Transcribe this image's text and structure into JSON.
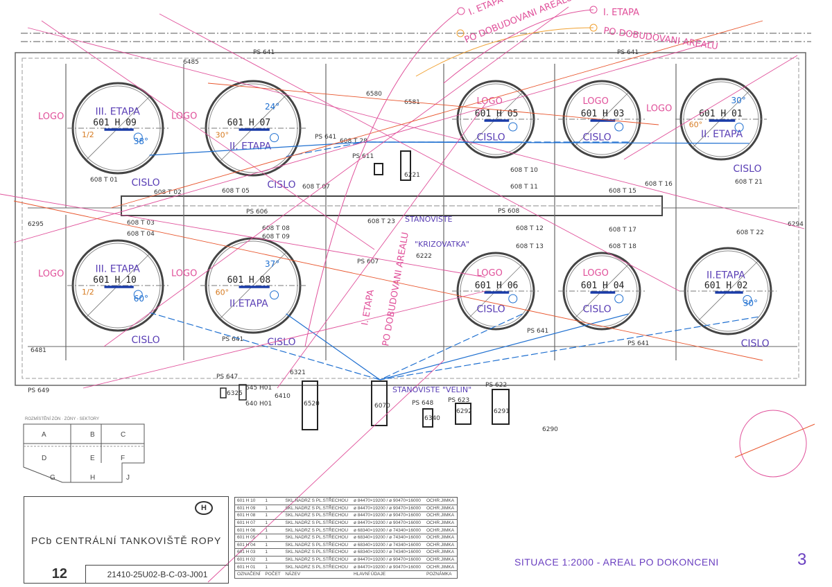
{
  "drawing": {
    "caption": "SITUACE 1:2000 - AREAL PO DOKONCENI",
    "sheet_number": "3",
    "zone_map_title": "ROZMÍSTĚNÍ ZÓN · ZÓNY - SEKTORY",
    "zones": [
      "A",
      "B",
      "C",
      "D",
      "E",
      "F",
      "G",
      "H",
      "J"
    ]
  },
  "phase_labels": [
    "I. ETAPA",
    "PO DOBUDOVANI AREALU",
    "I. ETAPA",
    "PO DOBUDOVANI AREALU",
    "I. ETAPA",
    "PO DOBUDOVANI AREALU"
  ],
  "stations": {
    "crossing": "STANOVISTE",
    "crossing_name": "\"KRIZOVATKA\"",
    "control": "STANOVISTE \"VELIN\""
  },
  "tanks": [
    {
      "id": "601 H 09",
      "etapa": "III. ETAPA",
      "logo": "LOGO",
      "cislo": "CISLO",
      "angle": "38°",
      "extra": "1/2"
    },
    {
      "id": "601 H 07",
      "etapa": "II. ETAPA",
      "logo": "LOGO",
      "cislo": "CISLO",
      "angle": "24°",
      "extra": "30°"
    },
    {
      "id": "601 H 05",
      "etapa": "",
      "logo": "LOGO",
      "cislo": "CISLO",
      "angle": "",
      "extra": ""
    },
    {
      "id": "601 H 03",
      "etapa": "",
      "logo": "LOGO",
      "cislo": "CISLO",
      "angle": "",
      "extra": ""
    },
    {
      "id": "601 H 01",
      "etapa": "II. ETAPA",
      "logo": "LOGO",
      "cislo": "CISLO",
      "angle": "30°",
      "extra": "60°"
    },
    {
      "id": "601 H 10",
      "etapa": "III. ETAPA",
      "logo": "LOGO",
      "cislo": "CISLO",
      "angle": "60°",
      "extra": "1/2"
    },
    {
      "id": "601 H 08",
      "etapa": "II.ETAPA",
      "logo": "LOGO",
      "cislo": "CISLO",
      "angle": "37°",
      "extra": "60°"
    },
    {
      "id": "601 H 06",
      "etapa": "",
      "logo": "LOGO",
      "cislo": "CISLO",
      "angle": "",
      "extra": ""
    },
    {
      "id": "601 H 04",
      "etapa": "",
      "logo": "LOGO",
      "cislo": "CISLO",
      "angle": "",
      "extra": ""
    },
    {
      "id": "601 H 02",
      "etapa": "II.ETAPA",
      "logo": "",
      "cislo": "CISLO",
      "angle": "30°",
      "extra": ""
    }
  ],
  "plan_labels": [
    "PS 641",
    "PS 641",
    "PS 641",
    "PS 641",
    "PS 641",
    "PS 641",
    "PS 606",
    "PS 608",
    "608 T 01",
    "608 T 02",
    "608 T 05",
    "608 T 07",
    "608 T 28",
    "PS 611",
    "608 T 10",
    "608 T 11",
    "608 T 15",
    "608 T 16",
    "608 T 21",
    "608 T 03",
    "608 T 04",
    "608 T 08",
    "608 T 09",
    "608 T 23",
    "PS 607",
    "608 T 12",
    "608 T 13",
    "608 T 18",
    "608 T 17",
    "608 T 22",
    "PS 649",
    "PS 647",
    "PS 648",
    "PS 623",
    "PS 622",
    "645 H01",
    "640 H01",
    "6520",
    "6070",
    "6292",
    "6291",
    "6290",
    "6340",
    "6321",
    "6325",
    "6410",
    "6221",
    "6222",
    "6295",
    "6294",
    "6485",
    "6481",
    "6580",
    "6581"
  ],
  "title_block": {
    "name": "PCb CENTRÁLNÍ TANKOVIŠTĚ ROPY",
    "sheet": "12",
    "code": "21410-25U02-B-C-03-J001",
    "logo": "H"
  },
  "parts_list": {
    "headers": [
      "OZNAČENÍ",
      "POČET",
      "NÁZEV",
      "HLAVNÍ ÚDAJE",
      "POZNÁMKA"
    ],
    "rows": [
      [
        "601 H 10",
        "1",
        "SKL.NADRZ S PL.STŘECHOU",
        "ø 84470×19200 / ø 90470×16000",
        "OCHR.JIMKA"
      ],
      [
        "601 H 09",
        "1",
        "SKL.NADRZ S PL.STŘECHOU",
        "ø 84470×19200 / ø 90470×16000",
        "OCHR.JIMKA"
      ],
      [
        "601 H 08",
        "1",
        "SKL.NADRZ S PL.STŘECHOU",
        "ø 84470×19200 / ø 90470×16000",
        "OCHR.JIMKA"
      ],
      [
        "601 H 07",
        "1",
        "SKL.NADRZ S PL.STŘECHOU",
        "ø 84470×19200 / ø 90470×16000",
        "OCHR.JIMKA"
      ],
      [
        "601 H 06",
        "1",
        "SKL.NADRZ S PL.STŘECHOU",
        "ø 68340×19200 / ø 74340×16000",
        "OCHR.JIMKA"
      ],
      [
        "601 H 05",
        "1",
        "SKL.NADRZ S PL.STŘECHOU",
        "ø 68340×19200 / ø 74340×16000",
        "OCHR.JIMKA"
      ],
      [
        "601 H 04",
        "1",
        "SKL.NADRZ S PL.STŘECHOU",
        "ø 68340×19200 / ø 74340×16000",
        "OCHR.JIMKA"
      ],
      [
        "601 H 03",
        "1",
        "SKL.NADRZ S PL.STŘECHOU",
        "ø 68340×19200 / ø 74340×16000",
        "OCHR.JIMKA"
      ],
      [
        "601 H 02",
        "1",
        "SKL.NADRZ S PL.STŘECHOU",
        "ø 84470×19200 / ø 90470×16000",
        "OCHR.JIMKA"
      ],
      [
        "601 H 01",
        "1",
        "SKL.NADRZ S PL.STŘECHOU",
        "ø 84470×19200 / ø 90470×16000",
        "OCHR.JIMKA"
      ]
    ]
  },
  "colors": {
    "pink": "#e0509a",
    "blue": "#1e6fd0",
    "purple": "#5a3fb5",
    "red": "#e8532a",
    "orange": "#f0a030",
    "ink": "#333333"
  }
}
